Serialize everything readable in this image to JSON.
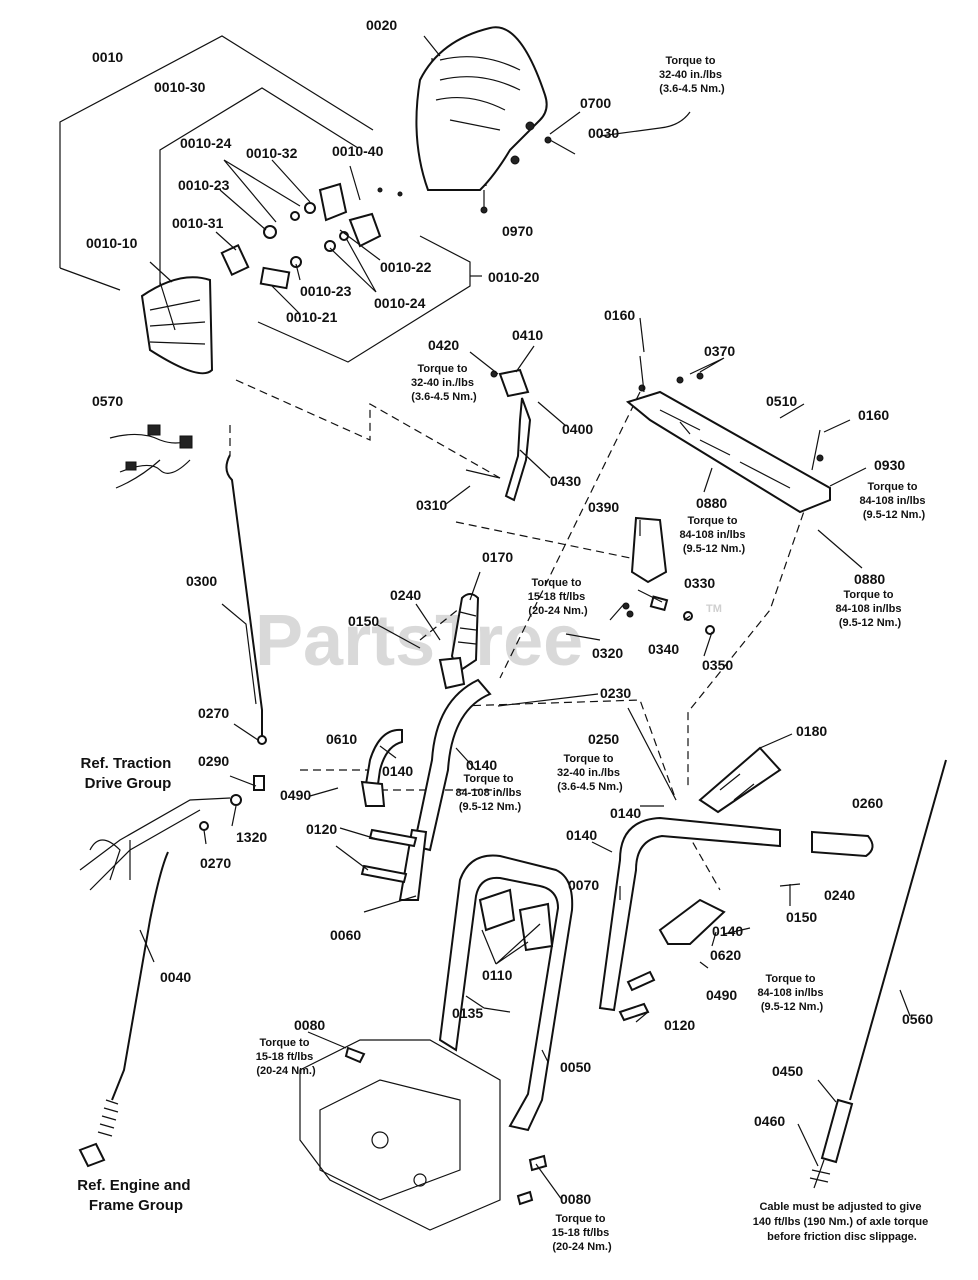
{
  "watermark": "PartsTree",
  "trademark": "TM",
  "labels": {
    "p0010": "0010",
    "p0010_30": "0010-30",
    "p0010_24a": "0010-24",
    "p0010_32": "0010-32",
    "p0010_40": "0010-40",
    "p0010_23a": "0010-23",
    "p0010_31": "0010-31",
    "p0010_10": "0010-10",
    "p0010_22": "0010-22",
    "p0010_23b": "0010-23",
    "p0010_24b": "0010-24",
    "p0010_21": "0010-21",
    "p0010_20": "0010-20",
    "p0020": "0020",
    "p0700": "0700",
    "p0030": "0030",
    "p0970": "0970",
    "p0160a": "0160",
    "p0370": "0370",
    "p0510": "0510",
    "p0160b": "0160",
    "p0930": "0930",
    "p0880a": "0880",
    "p0880b": "0880",
    "p0420": "0420",
    "p0410": "0410",
    "p0400": "0400",
    "p0430": "0430",
    "p0310": "0310",
    "p0390": "0390",
    "p0570": "0570",
    "p0300": "0300",
    "p0170": "0170",
    "p0240a": "0240",
    "p0150a": "0150",
    "p0330": "0330",
    "p0340": "0340",
    "p0350": "0350",
    "p0320": "0320",
    "p0230": "0230",
    "p0250": "0250",
    "p0270a": "0270",
    "p0610": "0610",
    "p0140a": "0140",
    "p0140b": "0140",
    "p0290": "0290",
    "p0490a": "0490",
    "p1320": "1320",
    "p0270b": "0270",
    "p0180": "0180",
    "p0140c": "0140",
    "p0260": "0260",
    "p0140d": "0140",
    "p0120a": "0120",
    "p0240b": "0240",
    "p0150b": "0150",
    "p0070": "0070",
    "p0060": "0060",
    "p0620": "0620",
    "p0140e": "0140",
    "p0490b": "0490",
    "p0110": "0110",
    "p0040": "0040",
    "p0135": "0135",
    "p0120b": "0120",
    "p0560": "0560",
    "p0080a": "0080",
    "p0050": "0050",
    "p0450": "0450",
    "p0460": "0460",
    "p0080b": "0080"
  },
  "torque_notes": {
    "t1": [
      "Torque to",
      "32-40 in./lbs",
      "(3.6-4.5 Nm.)"
    ],
    "t2": [
      "Torque to",
      "32-40 in./lbs",
      "(3.6-4.5 Nm.)"
    ],
    "t3": [
      "Torque to",
      "84-108 in/lbs",
      "(9.5-12 Nm.)"
    ],
    "t4": [
      "Torque to",
      "84-108 in/lbs",
      "(9.5-12 Nm.)"
    ],
    "t5": [
      "Torque to",
      "84-108 in/lbs",
      "(9.5-12 Nm.)"
    ],
    "t6": [
      "Torque to",
      "15-18 ft/lbs",
      "(20-24 Nm.)"
    ],
    "t7": [
      "Torque to",
      "84-108 in/lbs",
      "(9.5-12 Nm.)"
    ],
    "t8": [
      "Torque to",
      "32-40 in./lbs",
      "(3.6-4.5 Nm.)"
    ],
    "t9": [
      "Torque to",
      "84-108 in/lbs",
      "(9.5-12 Nm.)"
    ],
    "t10": [
      "Torque to",
      "15-18 ft/lbs",
      "(20-24 Nm.)"
    ],
    "t11": [
      "Torque to",
      "15-18 ft/lbs",
      "(20-24 Nm.)"
    ]
  },
  "references": {
    "traction": [
      "Ref. Traction",
      "Drive Group"
    ],
    "engine": [
      "Ref. Engine and",
      "Frame Group"
    ]
  },
  "cable_note": [
    "Cable must be adjusted to give",
    "140 ft/lbs (190 Nm.) of axle torque",
    "before friction disc slippage."
  ]
}
